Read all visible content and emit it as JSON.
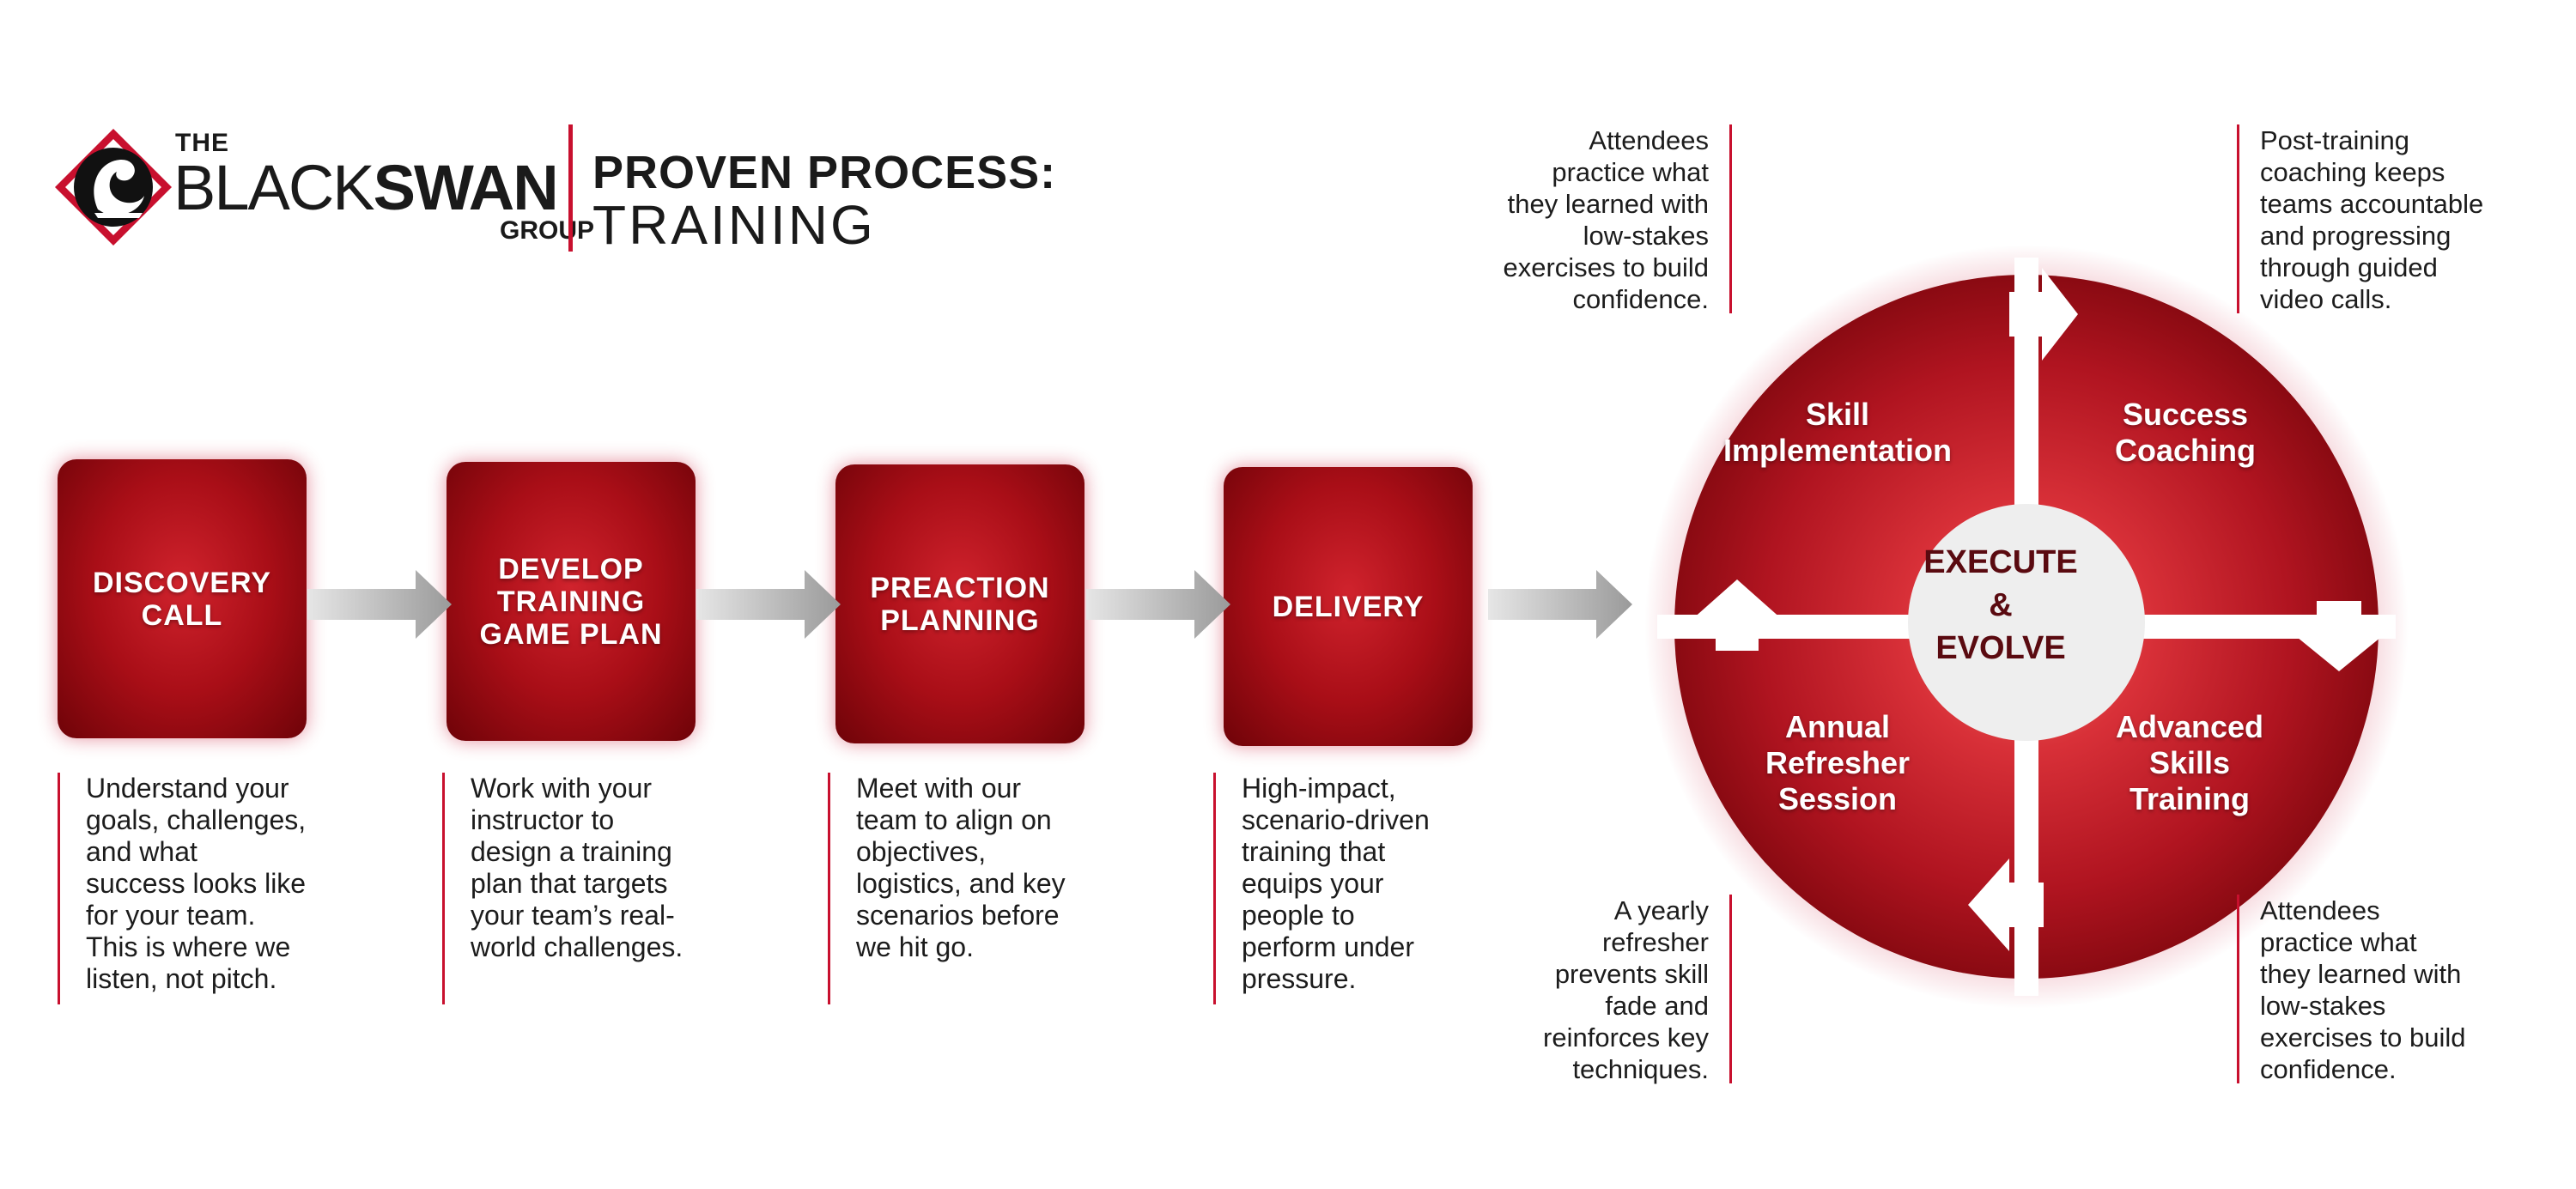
{
  "brand": {
    "the": "THE",
    "black": "BLACK",
    "swan": "SWAN",
    "group": "GROUP"
  },
  "header": {
    "title": "PROVEN PROCESS:",
    "subtitle": "TRAINING"
  },
  "colors": {
    "brand_red": "#c8102e",
    "dark_red": "#6e0308",
    "text": "#1c1c1c",
    "arrow_grey": "#b0b0b0"
  },
  "steps": [
    {
      "label": "DISCOVERY\nCALL",
      "description": "Understand your\ngoals, challenges,\nand what\nsuccess looks like\nfor your team.\nThis is where we\nlisten, not pitch."
    },
    {
      "label": "DEVELOP\nTRAINING\nGAME PLAN",
      "description": "Work with your\ninstructor to\ndesign a training\nplan that targets\nyour team’s real-\nworld challenges."
    },
    {
      "label": "PREACTION\nPLANNING",
      "description": "Meet with our\nteam to align on\nobjectives,\nlogistics, and key\nscenarios before\nwe hit go."
    },
    {
      "label": "DELIVERY",
      "description": "High-impact,\nscenario-driven\ntraining that\nequips your\npeople to\nperform under\npressure."
    }
  ],
  "cycle": {
    "center": "EXECUTE\n&\nEVOLVE",
    "quadrants": {
      "top_left": "Skill\nImplementation",
      "top_right": "Success\nCoaching",
      "bottom_right": "Advanced\nSkills\nTraining",
      "bottom_left": "Annual\nRefresher\nSession"
    },
    "notes": {
      "top_left": "Attendees\npractice what\nthey learned with\nlow-stakes\nexercises to build\nconfidence.",
      "top_right": "Post-training\ncoaching keeps\nteams accountable\nand progressing\nthrough guided\nvideo calls.",
      "bottom_right": "Attendees\npractice what\nthey learned with\nlow-stakes\nexercises to build\nconfidence.",
      "bottom_left": "A yearly\nrefresher\nprevents skill\nfade and\nreinforces key\ntechniques."
    }
  }
}
